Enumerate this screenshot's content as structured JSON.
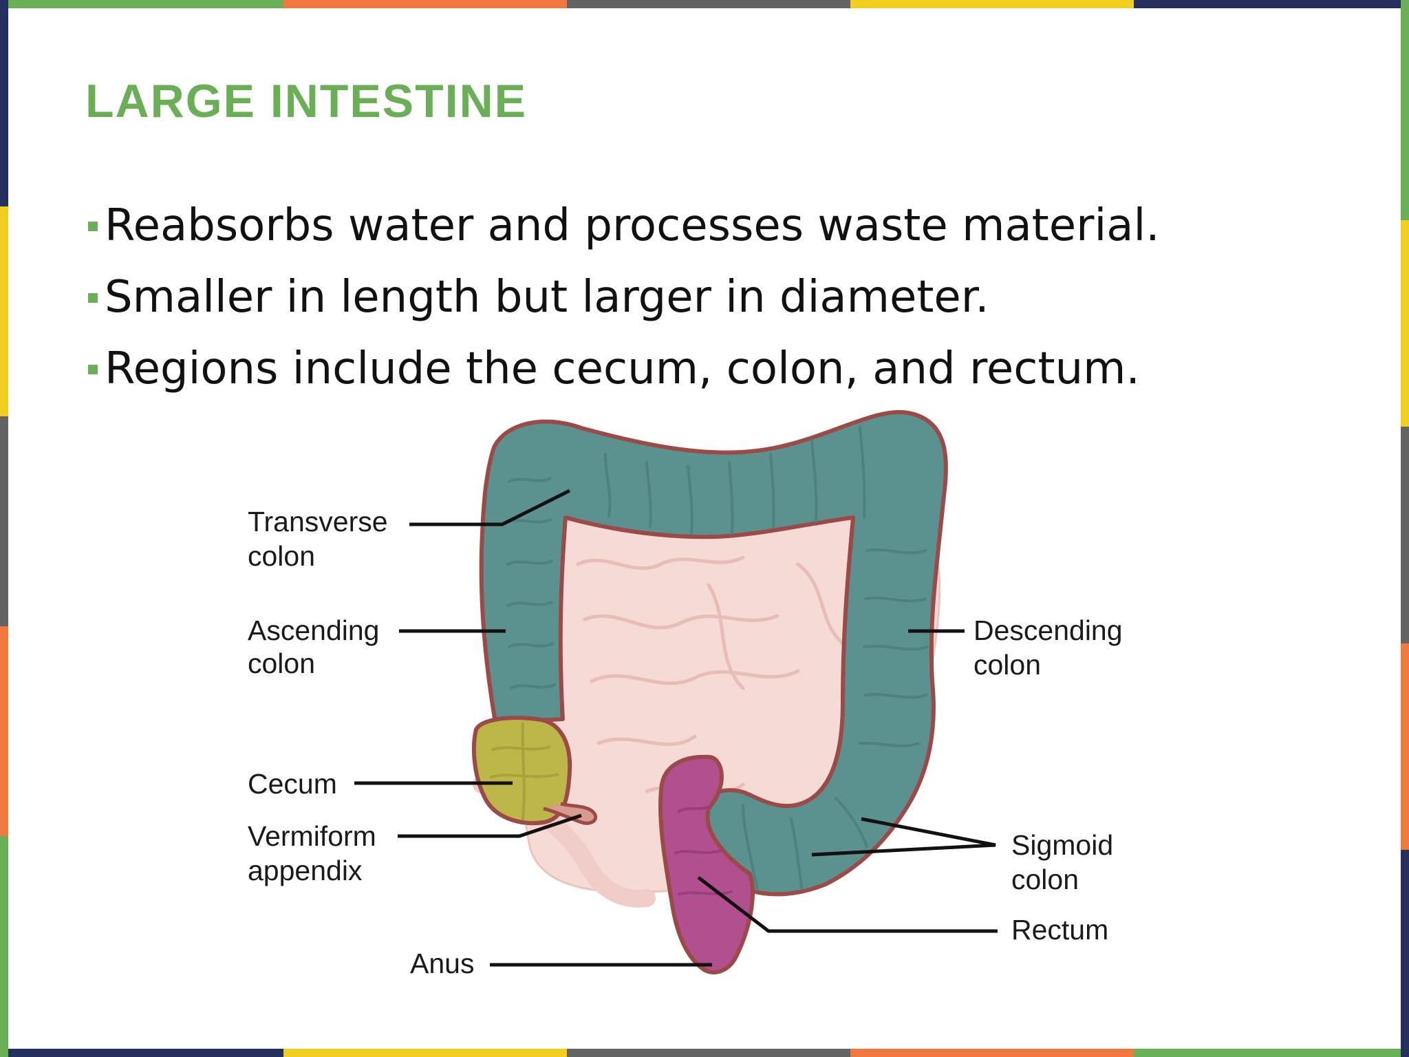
{
  "slide": {
    "title": "LARGE INTESTINE",
    "bullets": [
      "Reabsorbs water and processes waste material.",
      "Smaller in length but larger in diameter.",
      "Regions include the cecum, colon, and rectum."
    ],
    "accent_color": "#6aaf55",
    "frame_colors": [
      "#6aaf55",
      "#f0793f",
      "#636363",
      "#f2cf1f",
      "#23305e"
    ]
  },
  "diagram": {
    "labels": {
      "transverse": [
        "Transverse",
        "colon"
      ],
      "ascending": [
        "Ascending",
        "colon"
      ],
      "descending": [
        "Descending",
        "colon"
      ],
      "cecum": [
        "Cecum"
      ],
      "appendix": [
        "Vermiform",
        "appendix"
      ],
      "sigmoid": [
        "Sigmoid",
        "colon"
      ],
      "rectum": [
        "Rectum"
      ],
      "anus": [
        "Anus"
      ]
    },
    "colors": {
      "colon": "#5b918e",
      "outline": "#9b4a47",
      "cecum": "#bdb649",
      "rectum": "#b24f8f",
      "small_intestine": "#f5dad6"
    }
  }
}
